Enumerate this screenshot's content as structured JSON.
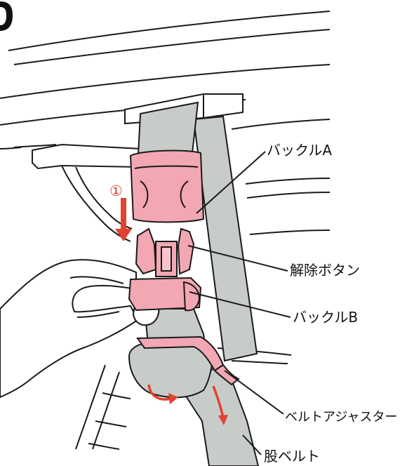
{
  "step_marker": "①",
  "labels": {
    "buckle_a": "バックルA",
    "release_button": "解除ボタン",
    "buckle_b": "バックルB",
    "belt_adjuster": "ベルトアジャスター",
    "crotch_belt": "股ベルト"
  },
  "colors": {
    "buckle_pink": "#f2a7b2",
    "belt_gray": "#c8ccc9",
    "arrow_red": "#e0432f",
    "outline": "#1a1a1a"
  }
}
